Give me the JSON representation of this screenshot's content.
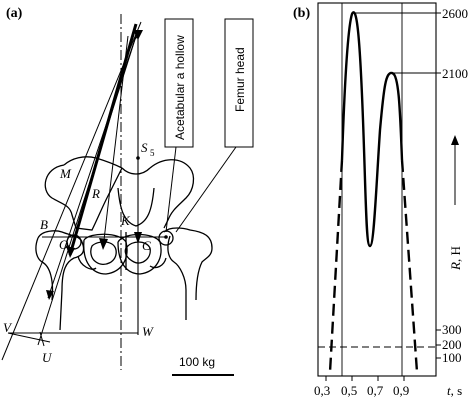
{
  "panel_a": {
    "label": "(a)",
    "box_acetabular": "Acetabular a hollow",
    "box_femur": "Femur head",
    "points": {
      "s5": "S",
      "s5_sub": "5",
      "m": "M",
      "r": "R",
      "b": "B",
      "o": "O",
      "k": "K",
      "c": "C",
      "v": "V",
      "u": "U",
      "w": "W"
    },
    "scale_label": "100 kg"
  },
  "panel_b": {
    "label": "(b)",
    "y_tick_labels": [
      "2600",
      "2100",
      "300",
      "200",
      "100"
    ],
    "x_tick_labels": [
      "0,3",
      "0,5",
      "0,7",
      "0,9"
    ],
    "x_axis_var": "t",
    "x_axis_unit": ", s",
    "y_axis_var": "R",
    "y_axis_unit": ", H"
  }
}
